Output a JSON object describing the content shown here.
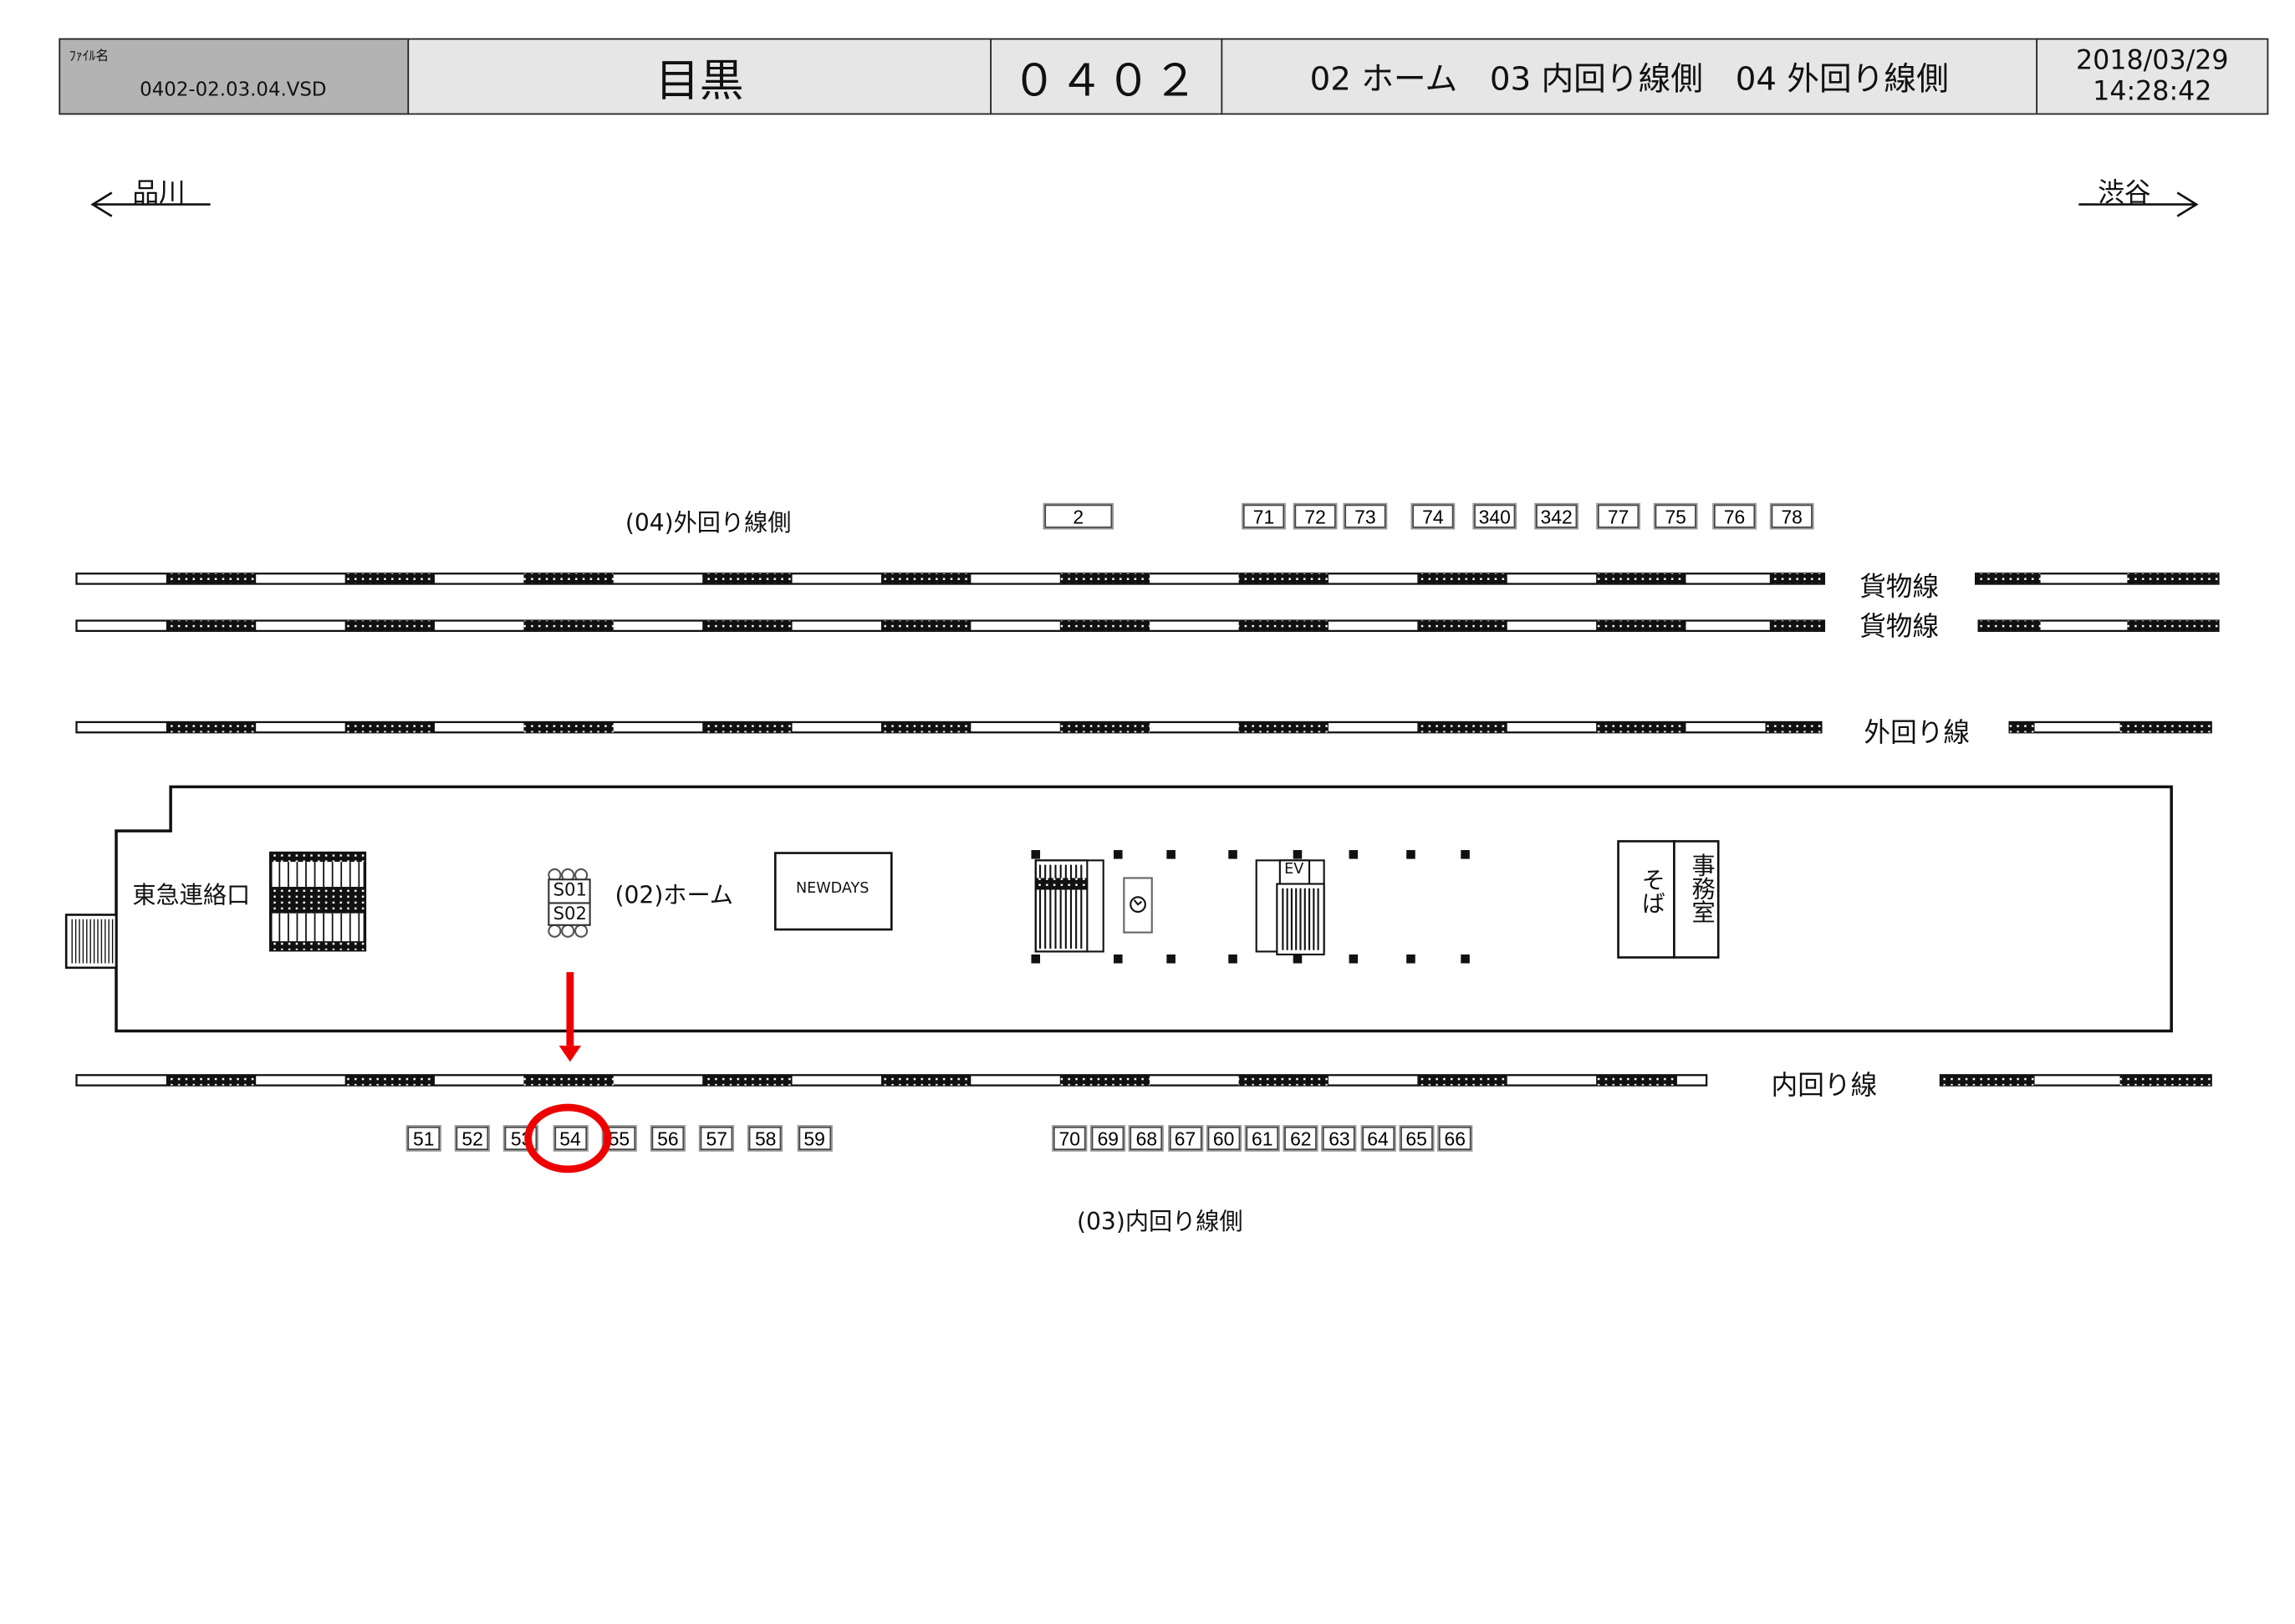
{
  "header": {
    "file_label": "ﾌｧｲﾙ名",
    "file_name": "0402-02.03.04.VSD",
    "station": "目黒",
    "code": "０４０２",
    "description": "02 ホーム　03 内回り線側　04 外回り線側",
    "date": "2018/03/29",
    "time": "14:28:42"
  },
  "directions": {
    "left": "品川",
    "right": "渋谷"
  },
  "tracks": {
    "outer_side_label": "(04)外回り線側",
    "freight1": "貨物線",
    "freight2": "貨物線",
    "outer_line": "外回り線",
    "inner_line": "内回り線",
    "inner_side_label": "(03)内回り線側"
  },
  "platform": {
    "tokyu_exit": "東急連絡口",
    "home_label": "(02)ホーム",
    "newdays": "NEWDAYS",
    "s01": "S01",
    "s02": "S02",
    "ev": "EV",
    "soba": "そば",
    "office": "事務室"
  },
  "top_boxes": [
    "2",
    "71",
    "72",
    "73",
    "74",
    "340",
    "342",
    "77",
    "75",
    "76",
    "78"
  ],
  "bottom_boxes_left": [
    "51",
    "52",
    "53",
    "54",
    "55",
    "56",
    "57",
    "58",
    "59"
  ],
  "bottom_boxes_right": [
    "70",
    "69",
    "68",
    "67",
    "60",
    "61",
    "62",
    "63",
    "64",
    "65",
    "66"
  ],
  "highlight": {
    "target": "54",
    "color": "#ee0000"
  }
}
